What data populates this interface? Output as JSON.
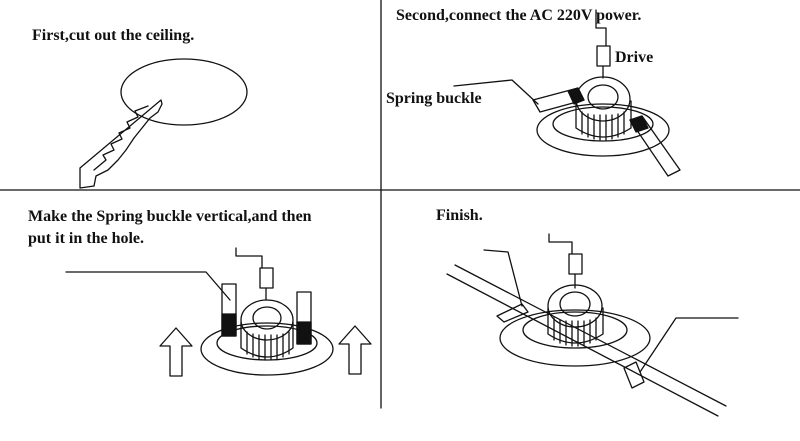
{
  "steps": [
    {
      "text": "First,cut out the ceiling."
    },
    {
      "text": "Second,connect the AC 220V power."
    },
    {
      "lines": [
        "Make the Spring buckle vertical,and then",
        "put it in the hole."
      ]
    },
    {
      "text": "Finish."
    }
  ],
  "callouts": {
    "drive": "Drive",
    "spring_buckle": "Spring buckle"
  },
  "colors": {
    "ink": "#111111",
    "background": "#ffffff"
  }
}
